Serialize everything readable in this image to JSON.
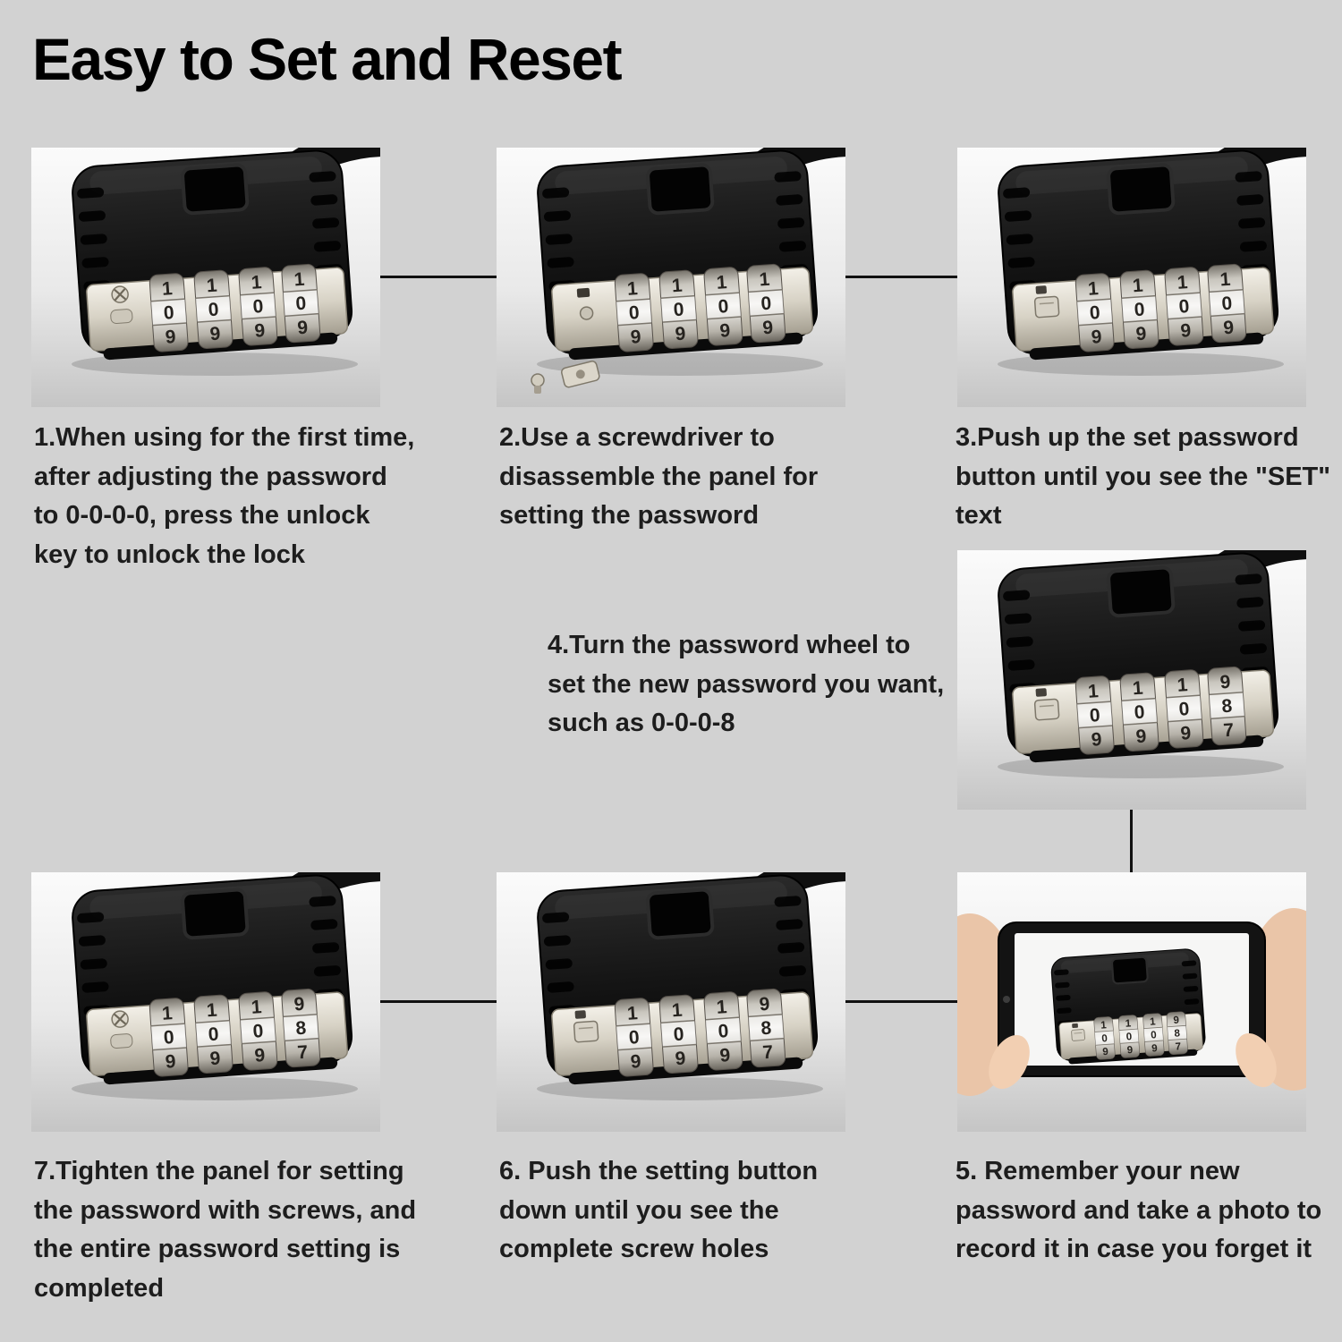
{
  "page": {
    "title": "Easy to Set and Reset",
    "background_color": "#d2d2d2",
    "connector_color": "#111111"
  },
  "steps": [
    {
      "num": "1",
      "caption": "1.When using for the first time, after adjusting the password to 0-0-0-0, press the unlock key to unlock the lock"
    },
    {
      "num": "2",
      "caption": "2.Use a screwdriver to disassemble the panel for setting the password"
    },
    {
      "num": "3",
      "caption": "3.Push up the set password button until you see the \"SET\" text"
    },
    {
      "num": "4",
      "caption": "4.Turn the password wheel to set the new password you want, such as 0-0-0-8"
    },
    {
      "num": "5",
      "caption": "5. Remember your new password and take a photo to record it in case you forget it"
    },
    {
      "num": "6",
      "caption": "6. Push the setting button down until you see the complete screw holes"
    },
    {
      "num": "7",
      "caption": "7.Tighten the panel for setting the password with screws, and the entire password setting is completed"
    }
  ],
  "dials": {
    "d0000": {
      "top": [
        "1",
        "1",
        "1",
        "1"
      ],
      "mid": [
        "0",
        "0",
        "0",
        "0"
      ],
      "bot": [
        "9",
        "9",
        "9",
        "9"
      ]
    },
    "d0008": {
      "top": [
        "1",
        "1",
        "1",
        "9"
      ],
      "mid": [
        "0",
        "0",
        "0",
        "8"
      ],
      "bot": [
        "9",
        "9",
        "9",
        "7"
      ]
    }
  },
  "panels": [
    {
      "step": 1,
      "variant": "screws",
      "dials": "d0000"
    },
    {
      "step": 2,
      "variant": "open",
      "dials": "d0000"
    },
    {
      "step": 3,
      "variant": "button",
      "dials": "d0000"
    },
    {
      "step": 4,
      "variant": "button",
      "dials": "d0008"
    },
    {
      "step": 5,
      "variant": "phone",
      "dials": "d0008"
    },
    {
      "step": 6,
      "variant": "button",
      "dials": "d0008"
    },
    {
      "step": 7,
      "variant": "screws",
      "dials": "d0008"
    }
  ]
}
